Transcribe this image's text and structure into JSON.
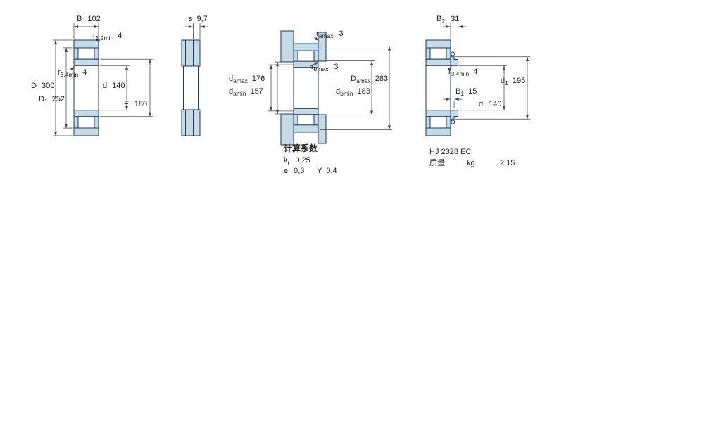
{
  "colors": {
    "ring_fill": "#c5dbe6",
    "outline": "#1d3a63",
    "dimension_lines": "#444444",
    "text": "#222222",
    "background": "#ffffff"
  },
  "front_view": {
    "b": {
      "sym": "B",
      "value": "102"
    },
    "r12": {
      "sym": "r",
      "sub": "1,2min",
      "value": "4"
    },
    "r34": {
      "sym": "r",
      "sub": "3,4min",
      "value": "4"
    },
    "big_d": {
      "sym": "D",
      "value": "300"
    },
    "d1_dim": {
      "sym": "D",
      "sub": "1",
      "value": "252"
    },
    "bore": {
      "sym": "d",
      "value": "140"
    },
    "f": {
      "sym": "F",
      "value": "180"
    }
  },
  "side_view": {
    "s": {
      "sym": "s",
      "value": "9,7"
    }
  },
  "abutment_view": {
    "ra": {
      "sym": "r",
      "sub": "amax",
      "value": "3"
    },
    "rb": {
      "sym": "r",
      "sub": "bmax",
      "value": "3"
    },
    "da_max": {
      "sym": "d",
      "sub": "amax",
      "value": "176"
    },
    "da_min": {
      "sym": "d",
      "sub": "amin",
      "value": "157"
    },
    "Da_max": {
      "sym": "D",
      "sub": "amax",
      "value": "283"
    },
    "db_min": {
      "sym": "d",
      "sub": "bmin",
      "value": "183"
    }
  },
  "calculation": {
    "title": "计算系数",
    "kr": {
      "sym": "k",
      "sub": "r",
      "value": "0,25"
    },
    "e": {
      "sym": "e",
      "value": "0,3"
    },
    "y": {
      "sym": "Y",
      "value": "0,4"
    }
  },
  "hj_view": {
    "b2": {
      "sym": "B",
      "sub": "2",
      "value": "31"
    },
    "r34": {
      "sym": "r",
      "sub": "3,4min",
      "value": "4"
    },
    "d1": {
      "sym": "d",
      "sub": "1",
      "value": "195"
    },
    "b1": {
      "sym": "B",
      "sub": "1",
      "value": "15"
    },
    "bore": {
      "sym": "d",
      "value": "140"
    },
    "designation": "HJ 2328 EC",
    "mass_label": "质量",
    "mass_unit": "kg",
    "mass_value": "2,15"
  }
}
